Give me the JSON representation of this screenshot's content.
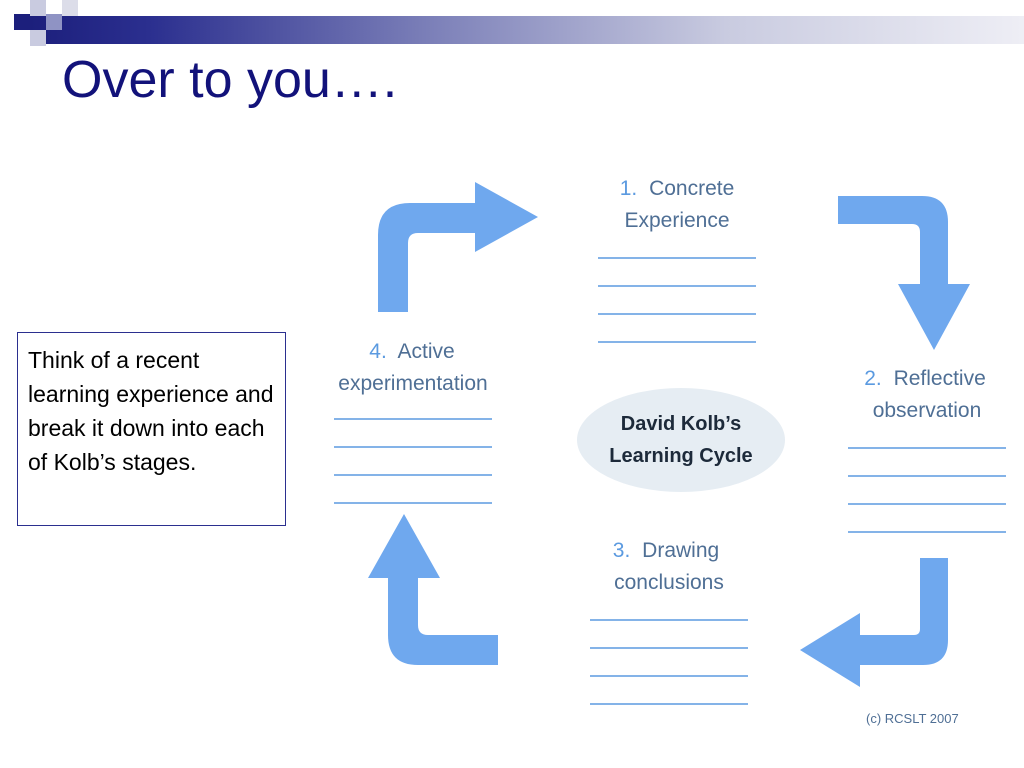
{
  "slide": {
    "title": "Over to you….",
    "instruction": "Think of a recent learning experience and break it down into each of Kolb’s stages."
  },
  "diagram": {
    "center": {
      "line1": "David Kolb’s",
      "line2": "Learning Cycle"
    },
    "stages": [
      {
        "num": "1.",
        "line1": "Concrete",
        "line2": "Experience"
      },
      {
        "num": "2.",
        "line1": "Reflective",
        "line2": "observation"
      },
      {
        "num": "3.",
        "line1": "Drawing",
        "line2": "conclusions"
      },
      {
        "num": "4.",
        "line1": "Active",
        "line2": "experimentation"
      }
    ],
    "copyright": "(c) RCSLT 2007"
  },
  "colors": {
    "title": "#12127a",
    "arrow": "#6fa8ee",
    "stage_number": "#5b9ae0",
    "stage_text": "#4f6f95",
    "center_ellipse": "#e6edf3"
  }
}
